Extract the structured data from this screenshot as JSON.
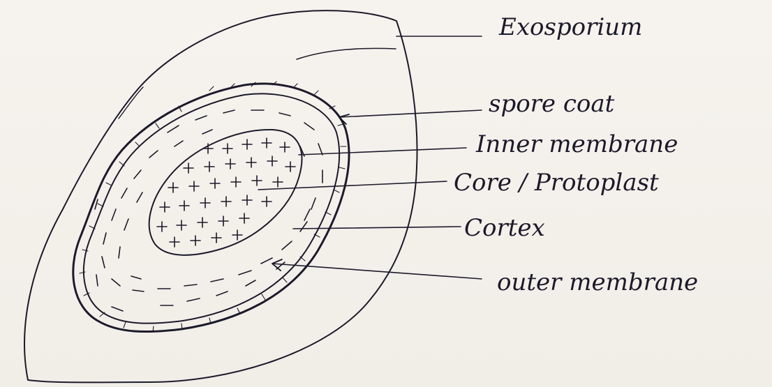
{
  "labels": {
    "exosporium": "Exosporium",
    "spore_coat": "spore coat",
    "inner_membrane": "Inner membrane",
    "core": "Core / Protoplast",
    "cortex": "Cortex",
    "outer_membrane": "outer membrane"
  },
  "colors": {
    "ink": "#1c1a2a",
    "paper": "#f4f1ec"
  }
}
